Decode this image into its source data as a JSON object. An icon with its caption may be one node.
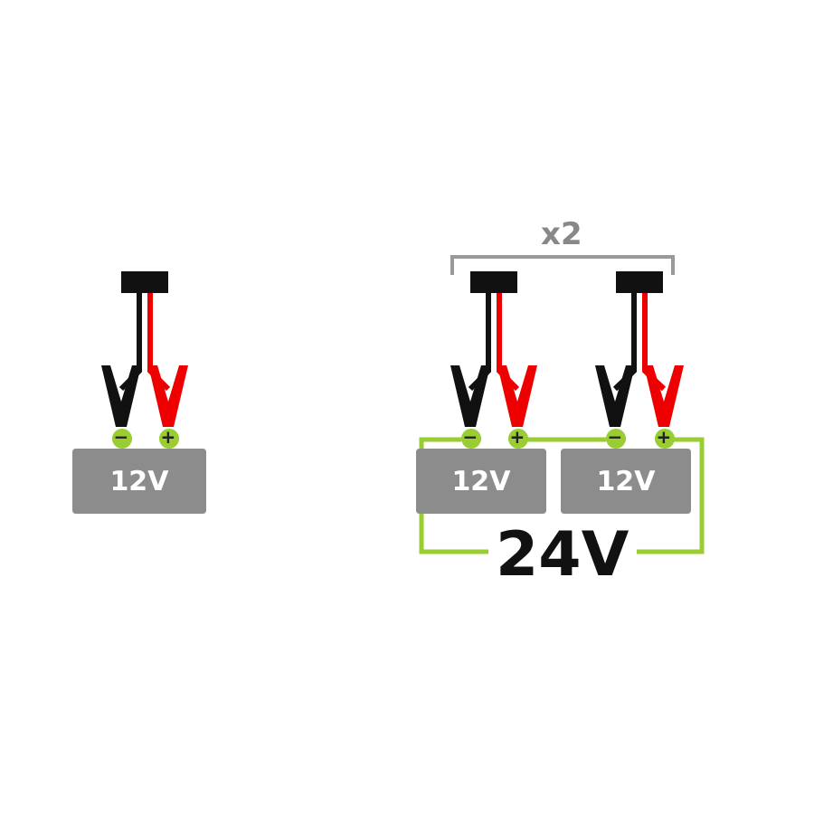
{
  "diagram": {
    "nodes": [
      {
        "text": [
          "12V"
        ]
      },
      {
        "text": [
          "12V"
        ]
      },
      {
        "text": [
          "12V"
        ]
      }
    ],
    "edges": [
      {
        "from": 1,
        "to": 2,
        "arrow": "none",
        "color": "#9acd32"
      },
      {
        "from": 1,
        "to": 2,
        "arrow": "none",
        "color": "#9acd32",
        "label": "24V"
      }
    ],
    "labels": [
      "x2",
      "−",
      "+",
      "−",
      "+",
      "−",
      "+"
    ]
  }
}
